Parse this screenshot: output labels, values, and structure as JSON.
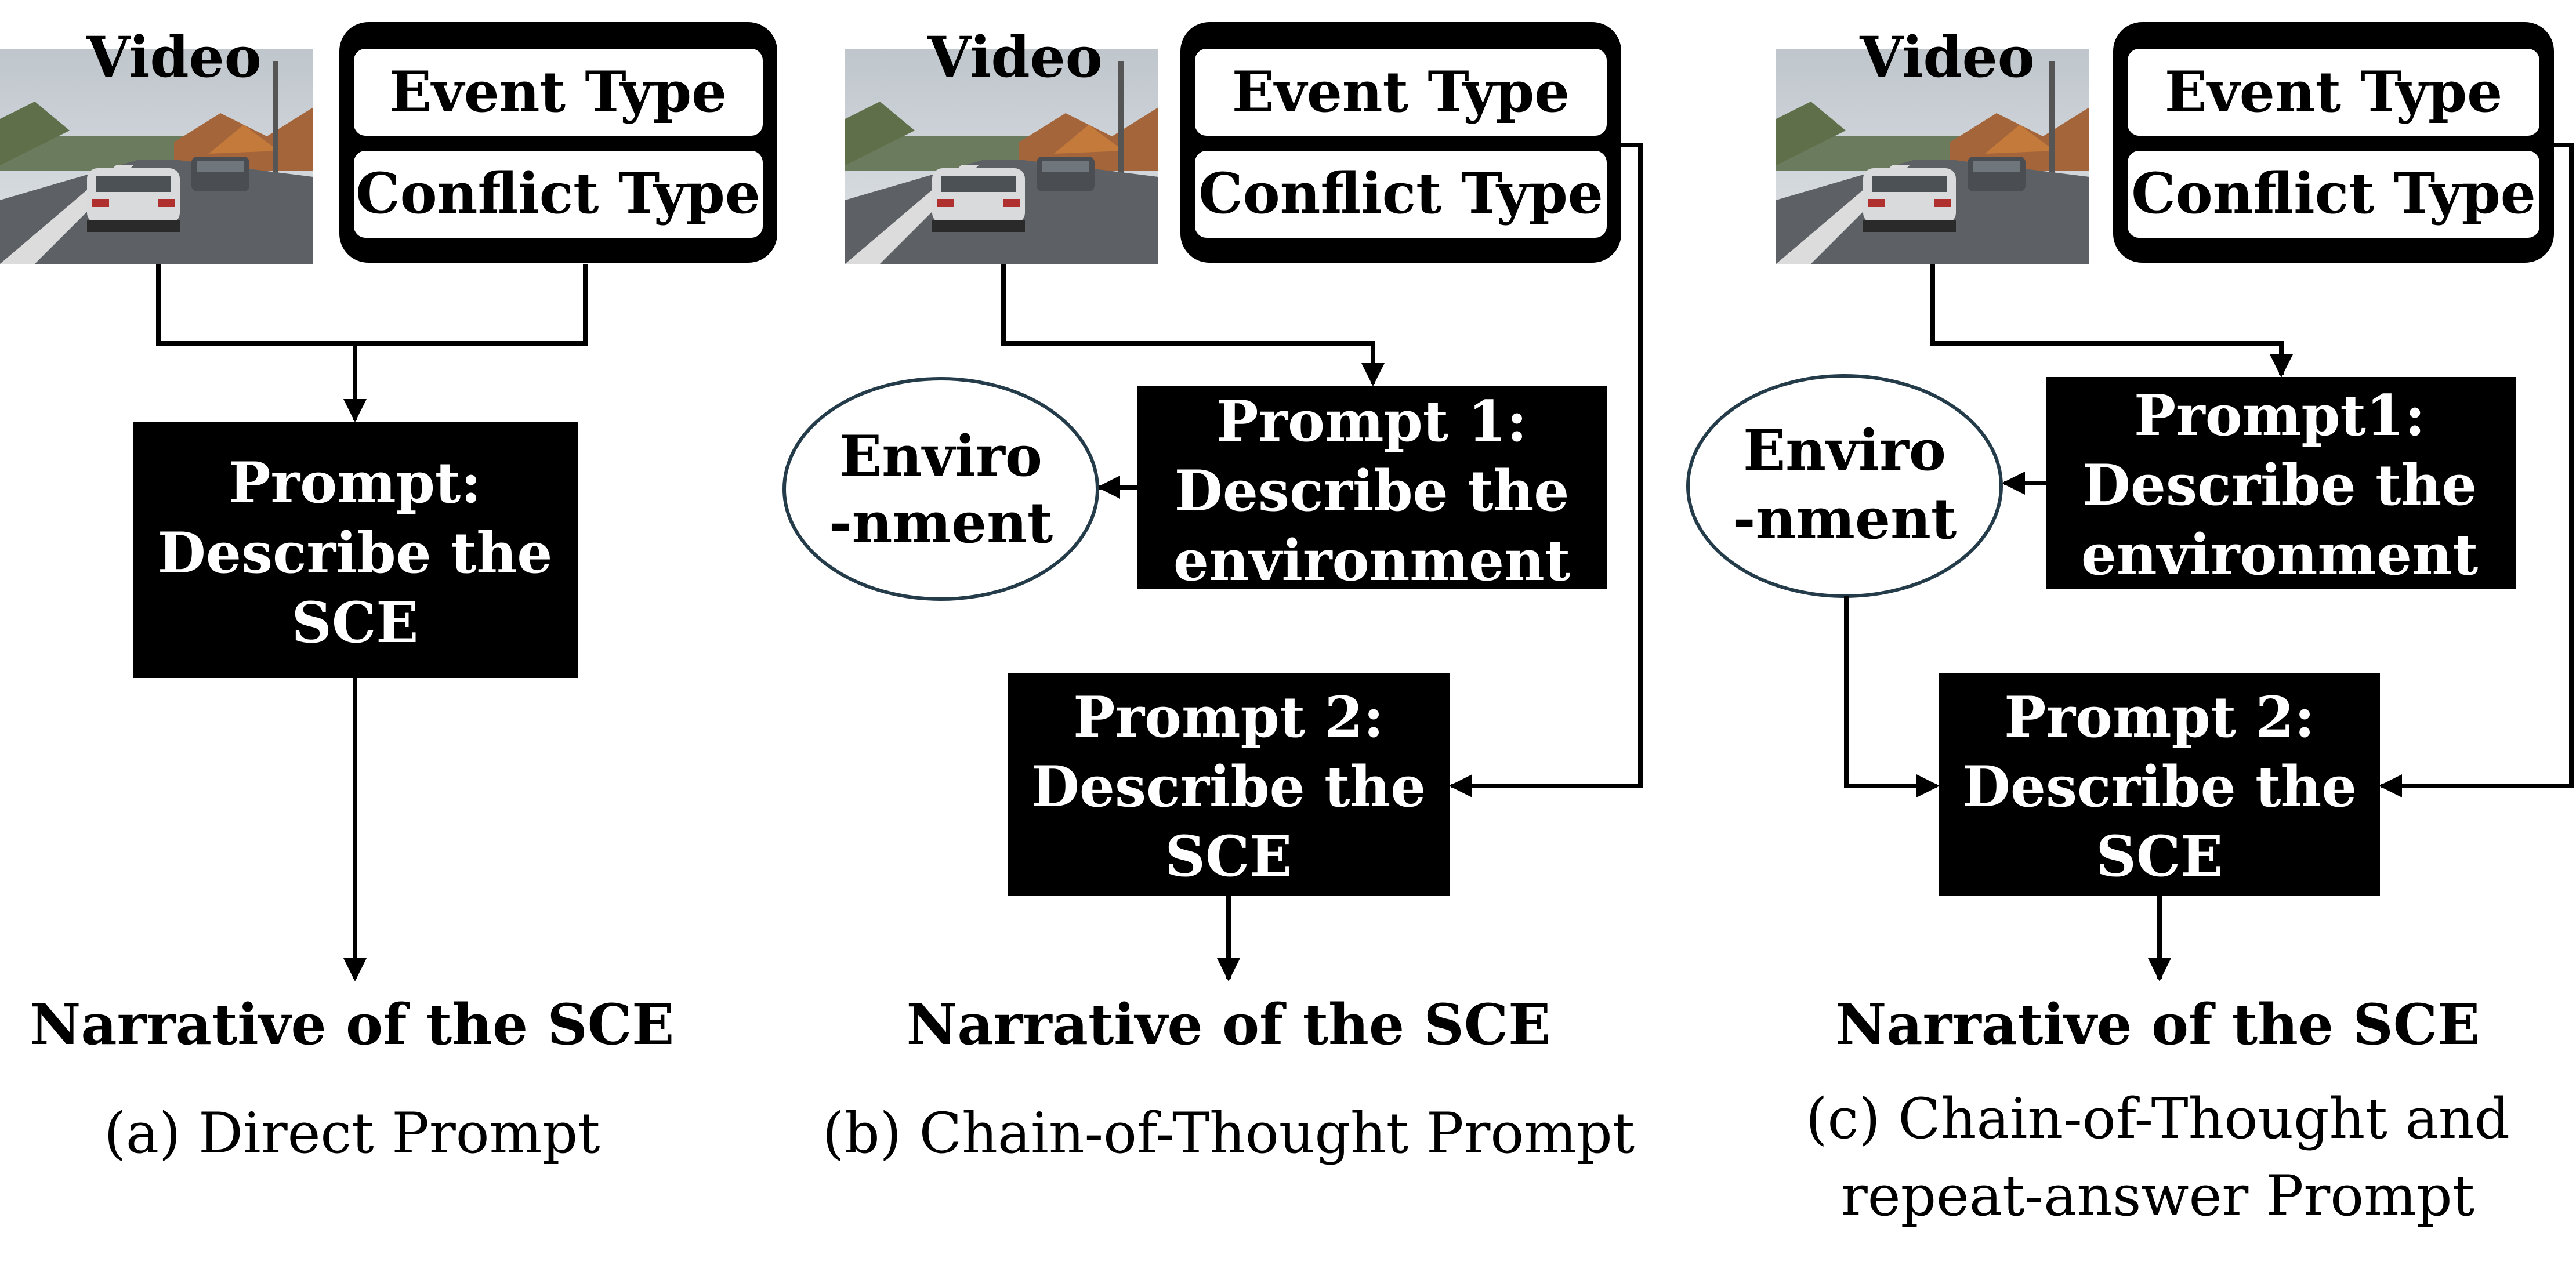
{
  "panels": [
    {
      "id": "a",
      "video_label": "Video",
      "event_type": "Event Type",
      "conflict_type": "Conflict Type",
      "prompt_lines": [
        "Prompt:",
        "Describe the",
        "SCE"
      ],
      "output": "Narrative of the SCE",
      "caption_lines": [
        "(a) Direct Prompt"
      ]
    },
    {
      "id": "b",
      "video_label": "Video",
      "event_type": "Event Type",
      "conflict_type": "Conflict Type",
      "prompt1_lines": [
        "Prompt 1:",
        "Describe the",
        "environment"
      ],
      "env_lines": [
        "Enviro",
        "-nment"
      ],
      "prompt2_lines": [
        "Prompt 2:",
        "Describe the",
        "SCE"
      ],
      "output": "Narrative of the SCE",
      "caption_lines": [
        "(b) Chain-of-Thought Prompt"
      ]
    },
    {
      "id": "c",
      "video_label": "Video",
      "event_type": "Event Type",
      "conflict_type": "Conflict Type",
      "prompt1_lines": [
        "Prompt1:",
        "Describe the",
        "environment"
      ],
      "env_lines": [
        "Enviro",
        "-nment"
      ],
      "prompt2_lines": [
        "Prompt 2:",
        "Describe the",
        "SCE"
      ],
      "output": "Narrative of the SCE",
      "caption_lines": [
        "(c) Chain-of-Thought and",
        "repeat-answer Prompt"
      ]
    }
  ]
}
